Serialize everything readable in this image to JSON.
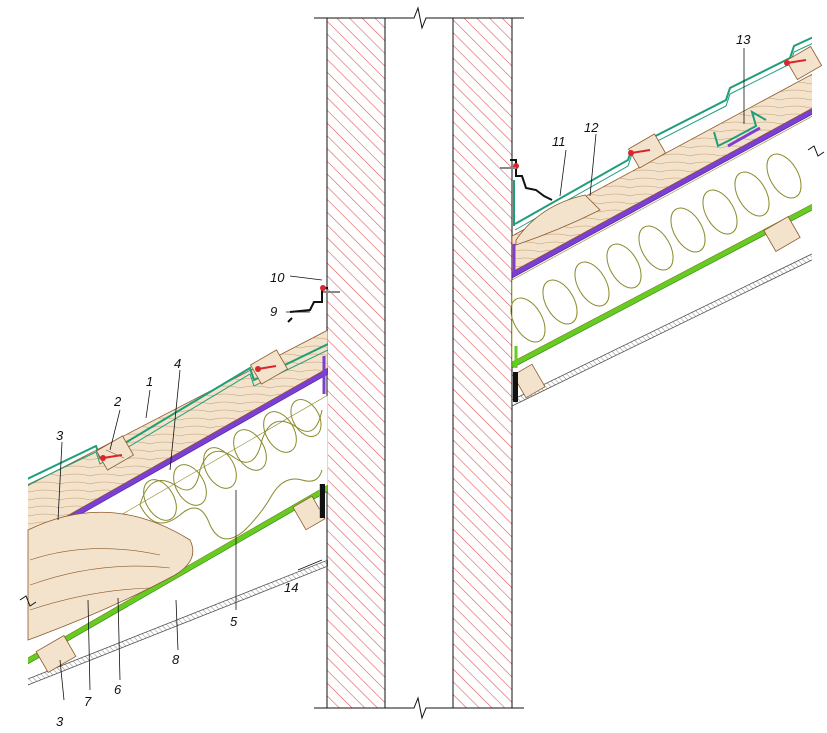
{
  "drawing": {
    "labels": [
      "1",
      "2",
      "3",
      "4",
      "5",
      "6",
      "7",
      "8",
      "9",
      "10",
      "11",
      "12",
      "13",
      "14",
      "3"
    ],
    "colors": {
      "masonry_hatch": "#e0585a",
      "roof_covering": "#1f9e7a",
      "vapour_barrier": "#7b3fd6",
      "membrane": "#66cc22",
      "insulation": "#8a8a2a",
      "timber": "#8b5a2b",
      "fastener": "#d9262c",
      "flashing": "#111111",
      "sealant": "#111111",
      "ceiling_lining": "#555555"
    }
  }
}
